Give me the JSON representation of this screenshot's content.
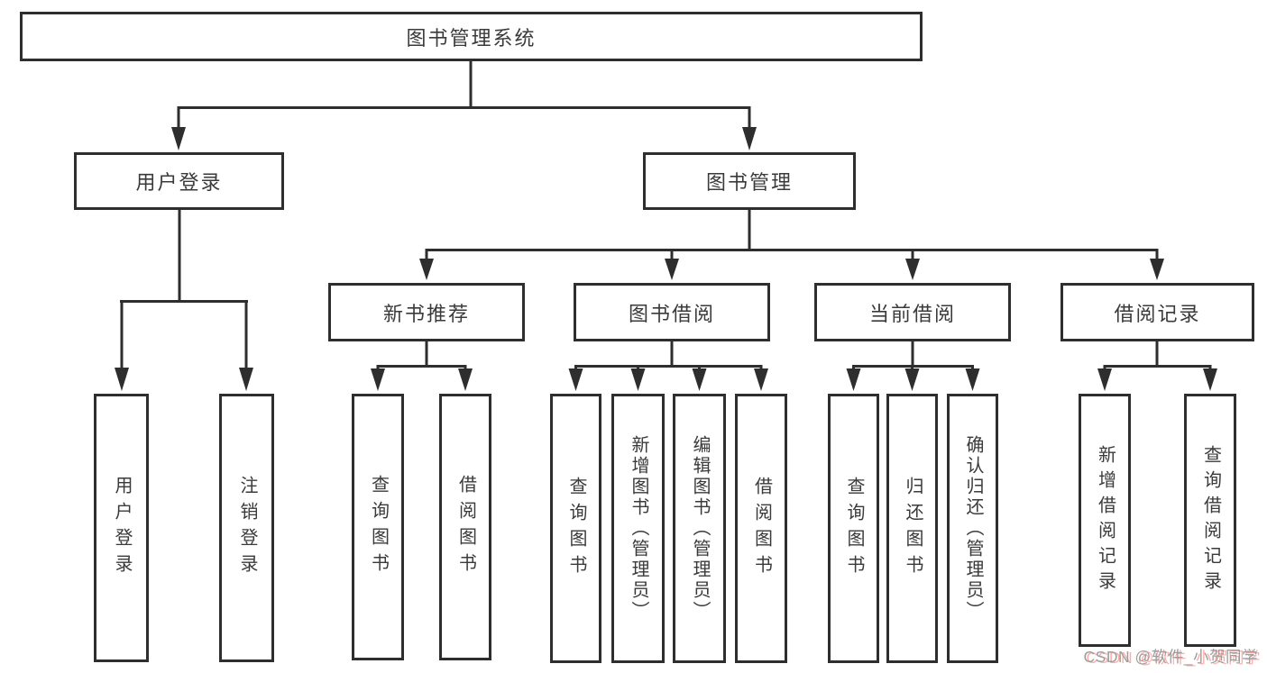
{
  "colors": {
    "line": "#2e2e2e",
    "box_border": "#2e2e2e",
    "box_background": "#ffffff",
    "text": "#3a3a3a",
    "watermark_text": "#9d9d9d",
    "watermark_shadow": "#fbb0ac"
  },
  "diagram": {
    "root": {
      "label": "图书管理系统"
    },
    "login_branch": {
      "label": "用户登录",
      "children": [
        {
          "label": "用户登录"
        },
        {
          "label": "注销登录"
        }
      ]
    },
    "book_branch": {
      "label": "图书管理",
      "sections": [
        {
          "label": "新书推荐",
          "children": [
            {
              "label": "查询图书"
            },
            {
              "label": "借阅图书"
            }
          ]
        },
        {
          "label": "图书借阅",
          "children": [
            {
              "label": "查询图书"
            },
            {
              "label": "新增图书（管理员）"
            },
            {
              "label": "编辑图书（管理员）"
            },
            {
              "label": "借阅图书"
            }
          ]
        },
        {
          "label": "当前借阅",
          "children": [
            {
              "label": "查询图书"
            },
            {
              "label": "归还图书"
            },
            {
              "label": "确认归还（管理员）"
            }
          ]
        },
        {
          "label": "借阅记录",
          "children": [
            {
              "label": "新增借阅记录"
            },
            {
              "label": "查询借阅记录"
            }
          ]
        }
      ]
    }
  },
  "watermark": {
    "text": "CSDN @软件_小贺同学"
  }
}
